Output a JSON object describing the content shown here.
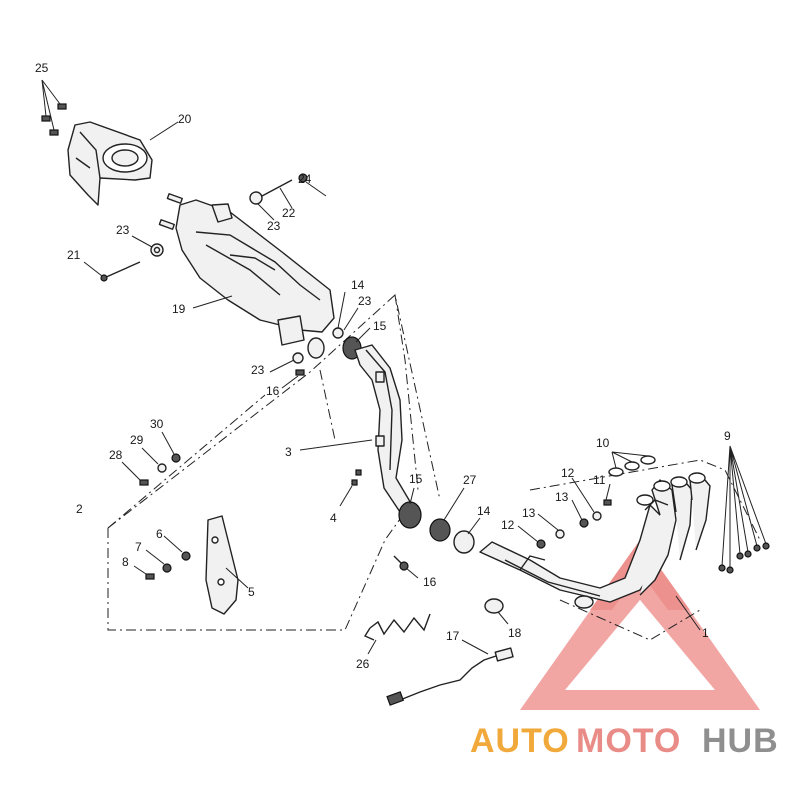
{
  "callouts": {
    "c1": "1",
    "c2": "2",
    "c3": "3",
    "c4": "4",
    "c5": "5",
    "c6": "6",
    "c7": "7",
    "c8": "8",
    "c9": "9",
    "c10": "10",
    "c11": "11",
    "c12a": "12",
    "c12b": "12",
    "c13a": "13",
    "c13b": "13",
    "c14a": "14",
    "c14b": "14",
    "c15a": "15",
    "c15b": "15",
    "c16a": "16",
    "c16b": "16",
    "c17": "17",
    "c18": "18",
    "c19": "19",
    "c20": "20",
    "c21": "21",
    "c22": "22",
    "c23a": "23",
    "c23b": "23",
    "c23c": "23",
    "c23d": "23",
    "c24": "24",
    "c25": "25",
    "c26": "26",
    "c27": "27",
    "c28": "28",
    "c29": "29",
    "c30": "30"
  },
  "watermark": {
    "word_auto": "AUTO",
    "word_moto": "MOTO",
    "word_hub": "HUB",
    "colors": {
      "auto": "#f2a93b",
      "moto": "#e98b86",
      "hub": "#8f8f8f",
      "triangle": "#e86a66"
    }
  }
}
